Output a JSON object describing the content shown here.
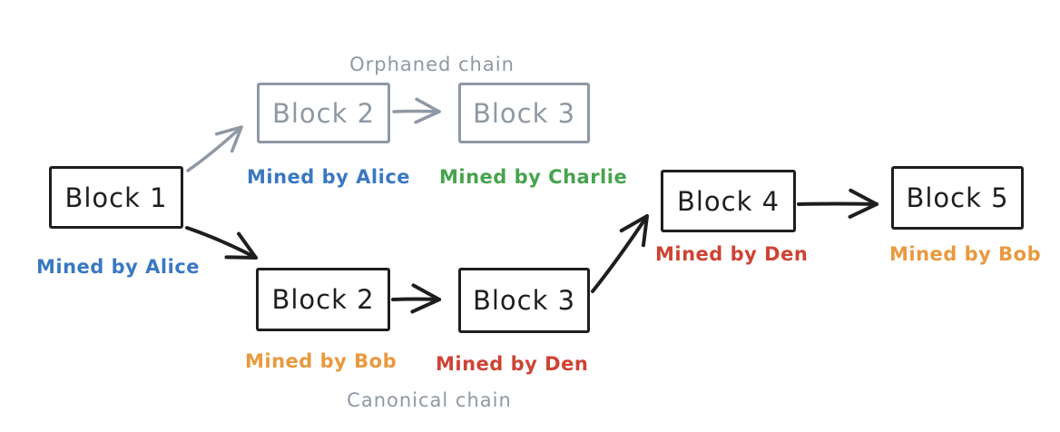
{
  "colors": {
    "ink": "#1e1e1e",
    "muted": "#8f98a3",
    "blue": "#3a78c2",
    "green": "#47a34e",
    "orange": "#e9993e",
    "red": "#ce4334"
  },
  "chain_titles": {
    "orphaned": "Orphaned chain",
    "canonical": "Canonical chain"
  },
  "blocks": {
    "block1": {
      "label": "Block 1",
      "miner": "Mined by Alice"
    },
    "orphan_block2": {
      "label": "Block 2",
      "miner": "Mined by Alice"
    },
    "orphan_block3": {
      "label": "Block 3",
      "miner": "Mined by Charlie"
    },
    "canon_block2": {
      "label": "Block 2",
      "miner": "Mined by Bob"
    },
    "canon_block3": {
      "label": "Block 3",
      "miner": "Mined by Den"
    },
    "block4": {
      "label": "Block 4",
      "miner": "Mined by Den"
    },
    "block5": {
      "label": "Block 5",
      "miner": "Mined by Bob"
    }
  }
}
